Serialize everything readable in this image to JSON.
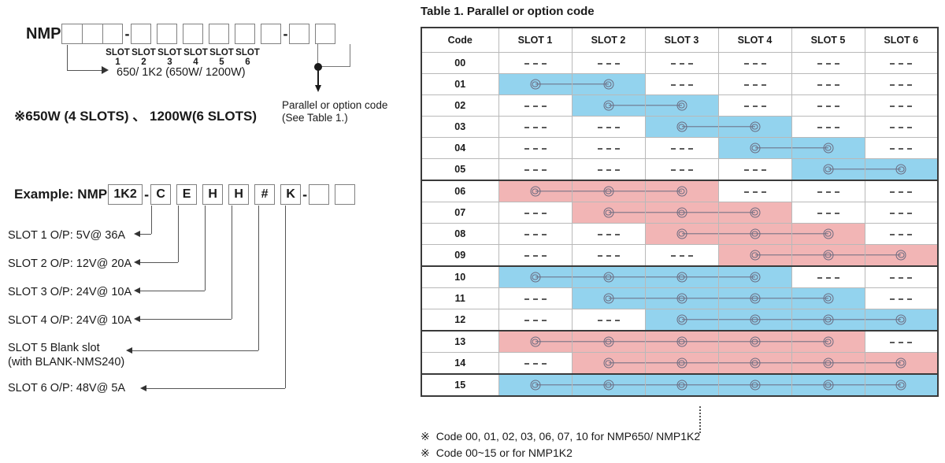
{
  "model_code": {
    "prefix": "NMP",
    "power_boxes": [
      "",
      "",
      ""
    ],
    "slot_boxes": [
      "",
      "",
      "",
      "",
      "",
      ""
    ],
    "option_boxes": [
      "",
      ""
    ],
    "separator": "-",
    "slot_labels": [
      "SLOT 1",
      "SLOT 2",
      "SLOT 3",
      "SLOT 4",
      "SLOT 5",
      "SLOT 6"
    ],
    "power_note": "650/ 1K2 (650W/ 1200W)",
    "slots_note": "※650W (4 SLOTS) 、 1200W(6 SLOTS)",
    "parallel_note_line1": "Parallel or option code",
    "parallel_note_line2": "(See Table 1.)"
  },
  "example": {
    "label": "Example: NMP",
    "power_value": "1K2",
    "separator": "-",
    "slot_values": [
      "C",
      "E",
      "H",
      "H",
      "#",
      "K"
    ],
    "option_values": [
      "",
      ""
    ],
    "descriptions": [
      "SLOT 1  O/P: 5V@ 36A",
      "SLOT 2  O/P: 12V@ 20A",
      "SLOT 3  O/P: 24V@ 10A",
      "SLOT 4  O/P: 24V@ 10A",
      "SLOT 5  Blank slot",
      "(with BLANK-NMS240)",
      "SLOT 6  O/P: 48V@ 5A"
    ]
  },
  "table": {
    "title": "Table 1. Parallel or option code",
    "headers": [
      "Code",
      "SLOT 1",
      "SLOT 2",
      "SLOT 3",
      "SLOT 4",
      "SLOT 5",
      "SLOT 6"
    ],
    "empty_mark": "-----",
    "colors": {
      "blue": "#93d3ee",
      "pink": "#f2b5b5",
      "border": "#3a3a3a",
      "wire": "#6b6b80"
    },
    "rows": [
      {
        "code": "00",
        "span": [],
        "color": "none",
        "group_top": false
      },
      {
        "code": "01",
        "span": [
          1,
          2
        ],
        "color": "blue",
        "group_top": false
      },
      {
        "code": "02",
        "span": [
          2,
          3
        ],
        "color": "blue",
        "group_top": false
      },
      {
        "code": "03",
        "span": [
          3,
          4
        ],
        "color": "blue",
        "group_top": false
      },
      {
        "code": "04",
        "span": [
          4,
          5
        ],
        "color": "blue",
        "group_top": false
      },
      {
        "code": "05",
        "span": [
          5,
          6
        ],
        "color": "blue",
        "group_top": false
      },
      {
        "code": "06",
        "span": [
          1,
          2,
          3
        ],
        "color": "pink",
        "group_top": true
      },
      {
        "code": "07",
        "span": [
          2,
          3,
          4
        ],
        "color": "pink",
        "group_top": false
      },
      {
        "code": "08",
        "span": [
          3,
          4,
          5
        ],
        "color": "pink",
        "group_top": false
      },
      {
        "code": "09",
        "span": [
          4,
          5,
          6
        ],
        "color": "pink",
        "group_top": false
      },
      {
        "code": "10",
        "span": [
          1,
          2,
          3,
          4
        ],
        "color": "blue",
        "group_top": true
      },
      {
        "code": "11",
        "span": [
          2,
          3,
          4,
          5
        ],
        "color": "blue",
        "group_top": false
      },
      {
        "code": "12",
        "span": [
          3,
          4,
          5,
          6
        ],
        "color": "blue",
        "group_top": false
      },
      {
        "code": "13",
        "span": [
          1,
          2,
          3,
          4,
          5
        ],
        "color": "pink",
        "group_top": true
      },
      {
        "code": "14",
        "span": [
          2,
          3,
          4,
          5,
          6
        ],
        "color": "pink",
        "group_top": false
      },
      {
        "code": "15",
        "span": [
          1,
          2,
          3,
          4,
          5,
          6
        ],
        "color": "blue",
        "group_top": true
      }
    ]
  },
  "footnotes": [
    {
      "mark": "※",
      "text": "Code 00, 01, 02, 03, 06, 07, 10 for NMP650/ NMP1K2"
    },
    {
      "mark": "※",
      "text": "Code 00~15 or for NMP1K2"
    }
  ]
}
